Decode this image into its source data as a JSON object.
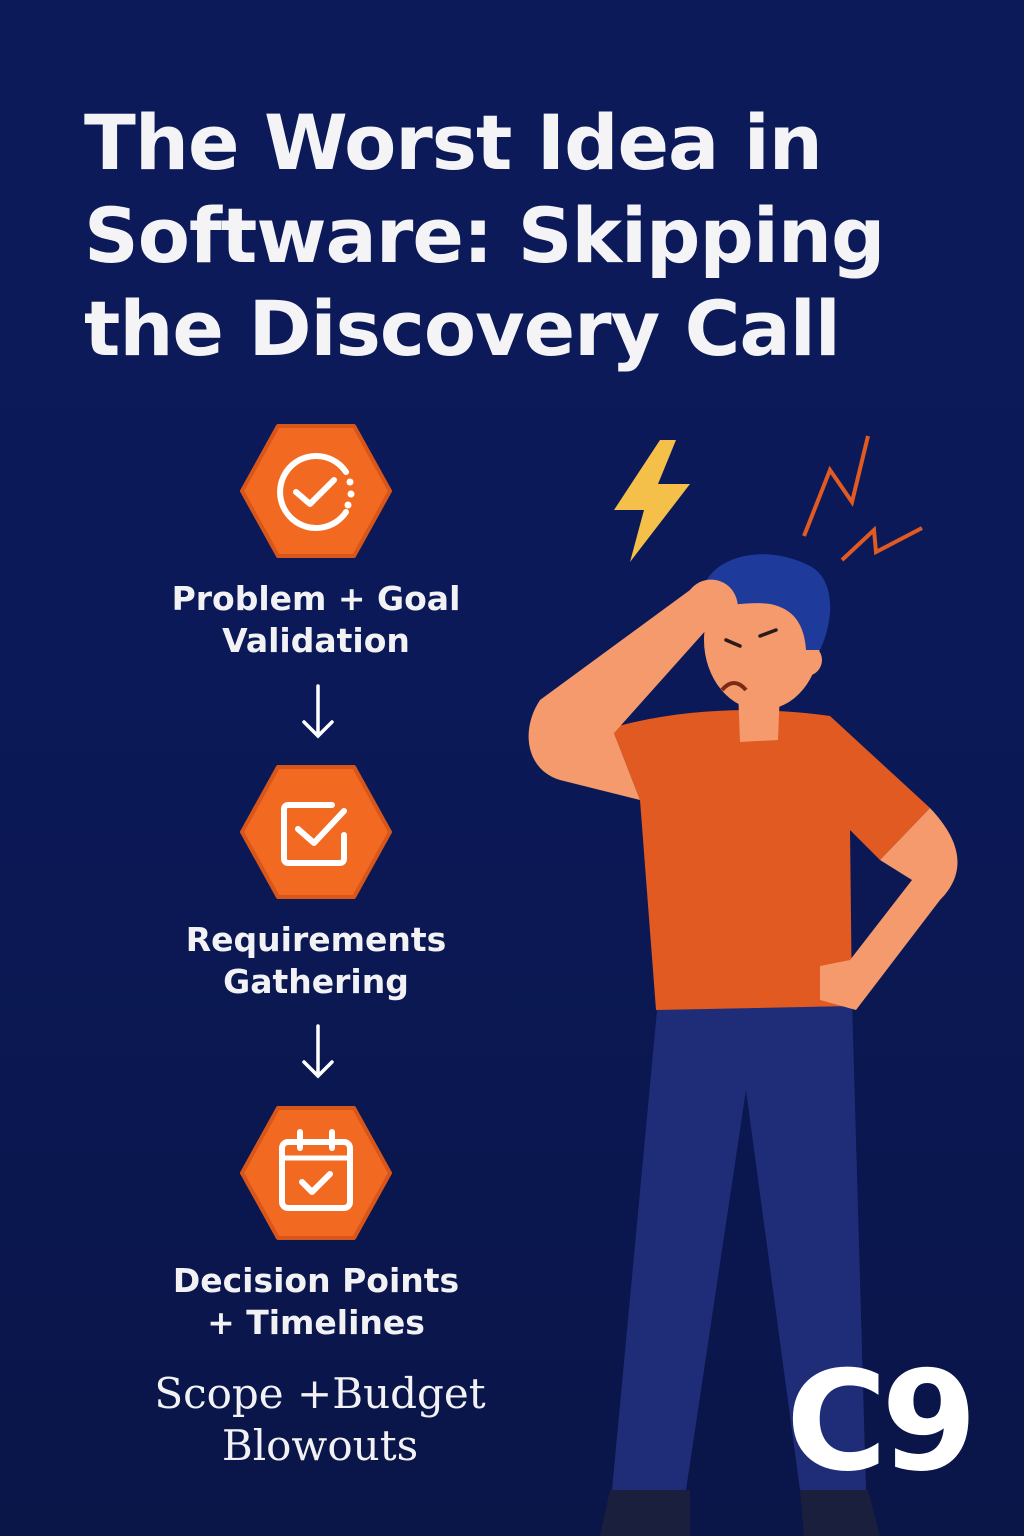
{
  "title": "The Worst Idea in Software: Skipping the Discovery Call",
  "steps": [
    {
      "label_line1": "Problem + Goal",
      "label_line2": "Validation",
      "icon": "circle-check-icon"
    },
    {
      "label_line1": "Requirements",
      "label_line2": "Gathering",
      "icon": "checkbox-icon"
    },
    {
      "label_line1": "Decision Points",
      "label_line2": "+ Timelines",
      "icon": "calendar-check-icon"
    }
  ],
  "outcome": {
    "line1": "Scope +Budget",
    "line2": "Blowouts"
  },
  "logo": "C9",
  "colors": {
    "background": "#0c1a5a",
    "accent": "#f26a21",
    "text": "#f4f4f6"
  }
}
